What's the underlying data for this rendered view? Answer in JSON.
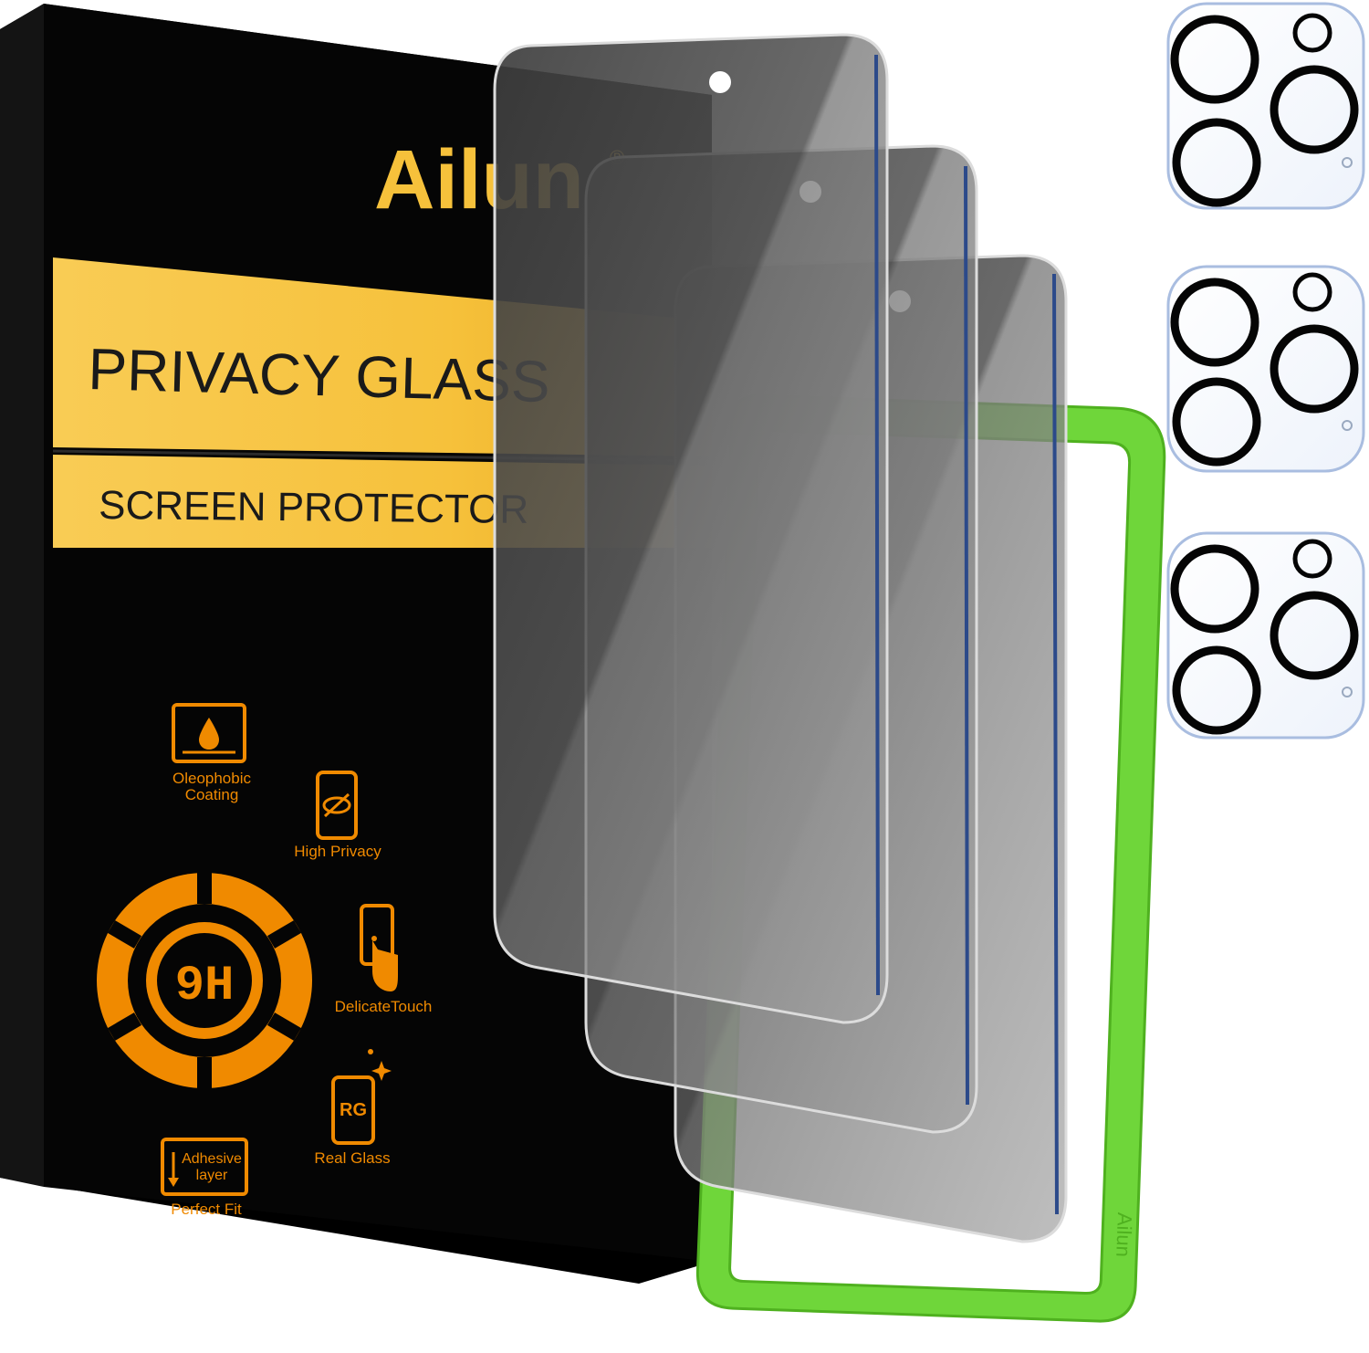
{
  "brand": {
    "name": "Ailun",
    "trademark": "®",
    "frame_mark": "Ailun"
  },
  "box": {
    "headline": "PRIVACY GLASS",
    "subline": "SCREEN  PROTECTOR"
  },
  "features": {
    "oleophobic_line1": "Oleophobic",
    "oleophobic_line2": "Coating",
    "high_privacy": "High Privacy",
    "hardness": "9H",
    "delicate_touch": "DelicateTouch",
    "real_glass_icon": "RG",
    "real_glass": "Real Glass",
    "adhesive_line1": "Adhesive",
    "adhesive_line2": "layer",
    "perfect_fit": "Perfect Fit"
  },
  "colors": {
    "box_black": "#050505",
    "gold": "#f6c13b",
    "feature_orange": "#f08a00",
    "frame_green": "#6fd63a",
    "privacy_glass": "#5a5a5a",
    "glass_edge": "#2c4a8a"
  },
  "icons": [
    "water-drop-icon",
    "eye-slash-icon",
    "finger-touch-icon",
    "hardness-dial-icon",
    "glass-icon",
    "adhesive-icon",
    "camera-lens-icon"
  ]
}
